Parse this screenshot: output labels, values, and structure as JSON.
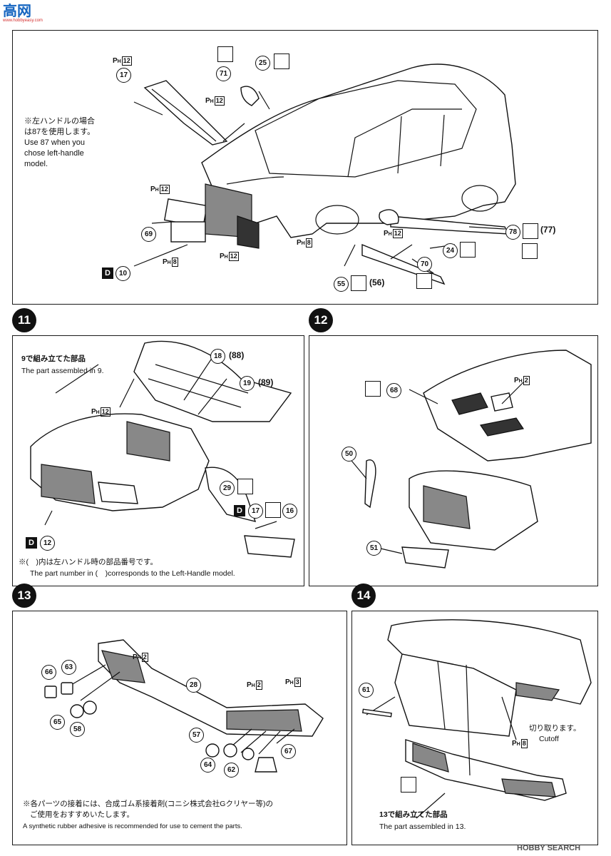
{
  "header": {
    "logo_text": "高网",
    "logo_url": "www.hobbyeasy.com",
    "watermark": "HOBBY SEARCH"
  },
  "panel_top": {
    "note_jp_1": "※左ハンドルの場合",
    "note_jp_2": "は87を使用します。",
    "note_en_1": "Use 87 when you",
    "note_en_2": "chose left-handle",
    "note_en_3": "model.",
    "parts": [
      "17",
      "71",
      "25",
      "69",
      "24",
      "70",
      "78",
      "77",
      "55",
      "56"
    ],
    "ph_labels": [
      "12",
      "12",
      "12",
      "12",
      "8",
      "8",
      "12"
    ],
    "d_label": "10"
  },
  "step11": {
    "step": "11",
    "assembled_jp": "9で組み立てた部品",
    "assembled_en": "The part assembled in 9.",
    "parts": [
      "18",
      "88",
      "19",
      "89",
      "29",
      "17",
      "16"
    ],
    "ph_label": "12",
    "d_label_1": "12",
    "note_jp": "※(　)内は左ハンドル時の部品番号です。",
    "note_en": "The part number in (　)corresponds to the Left-Handle model."
  },
  "step12": {
    "step": "12",
    "parts": [
      "68",
      "50",
      "51"
    ],
    "ph_label": "2"
  },
  "step13": {
    "step": "13",
    "parts": [
      "66",
      "63",
      "65",
      "58",
      "28",
      "57",
      "64",
      "62",
      "67"
    ],
    "ph_labels": [
      "2",
      "2",
      "3"
    ],
    "note_jp_1": "※各パーツの接着には、合成ゴム系接着剤(コニシ株式会社Gクリヤー等)の",
    "note_jp_2": "ご使用をおすすめいたします。",
    "note_en": "A synthetic rubber adhesive is recommended for use to cement the parts."
  },
  "step14": {
    "step": "14",
    "parts": [
      "61"
    ],
    "ph_label": "8",
    "cut_jp": "切り取ります。",
    "cut_en": "Cutoff",
    "assembled_jp": "13で組み立てた部品",
    "assembled_en": "The part assembled in 13."
  }
}
